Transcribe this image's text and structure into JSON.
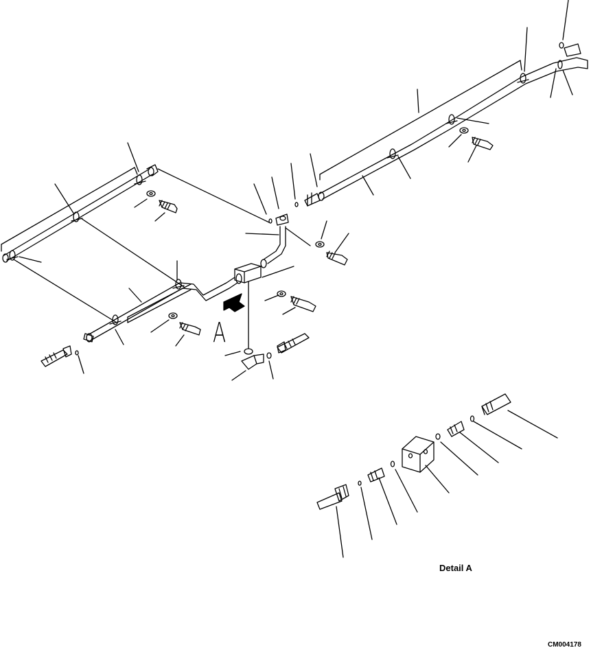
{
  "labels": {
    "view_letter": "A",
    "detail_caption": "Detail A",
    "drawing_number": "CM004178"
  },
  "colors": {
    "line": "#000000",
    "background": "#ffffff",
    "arrow_fill": "#000000"
  }
}
